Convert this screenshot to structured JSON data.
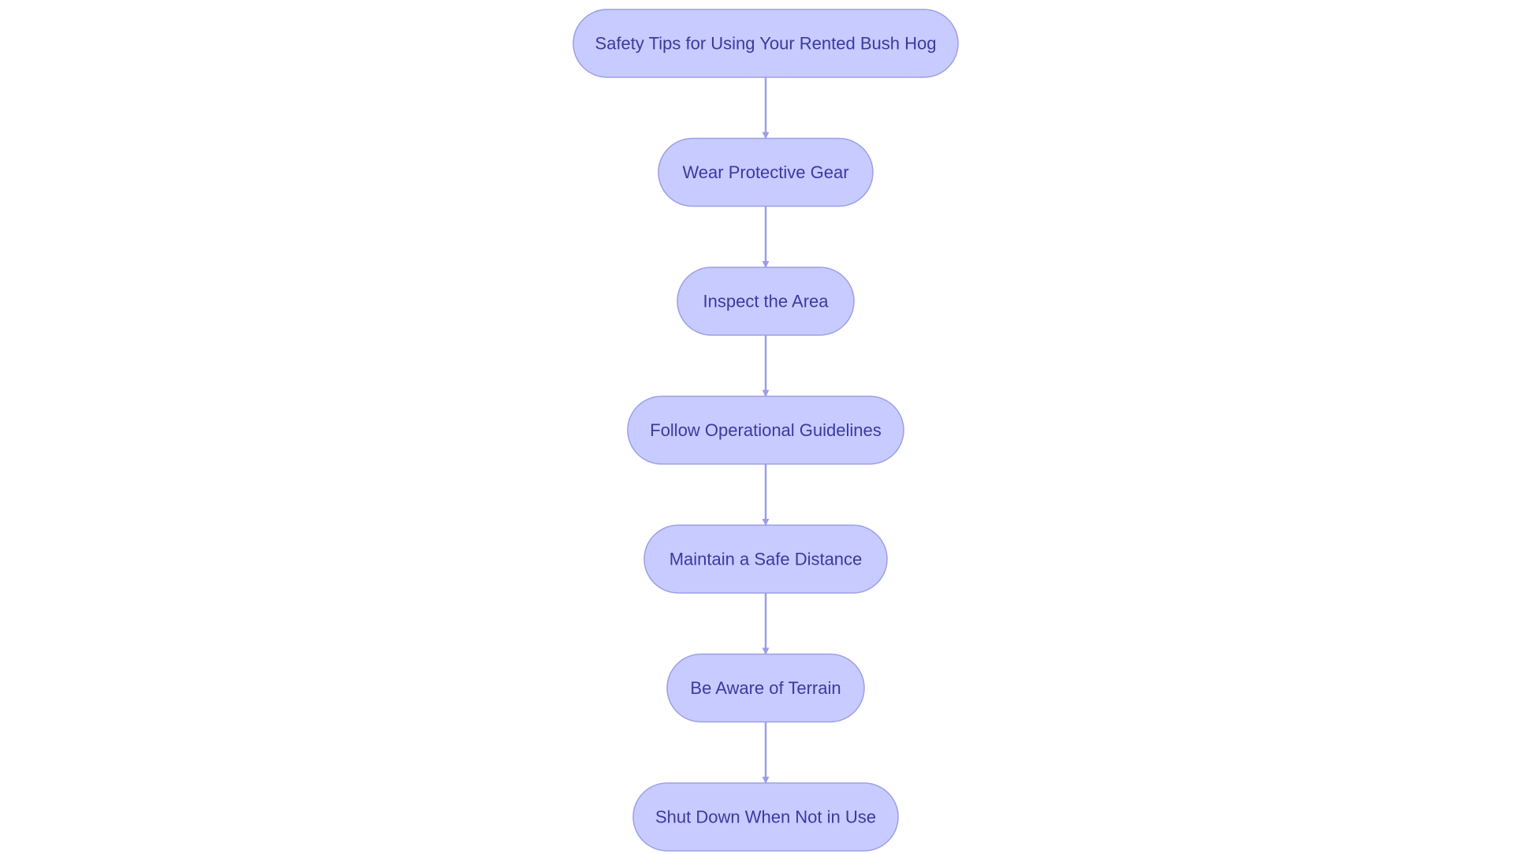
{
  "diagram": {
    "type": "flowchart",
    "direction": "top-to-bottom",
    "colors": {
      "node_fill": "#c8cbff",
      "node_stroke": "#9c9fe8",
      "text": "#3a3aa0",
      "edge": "#9b9ee6"
    },
    "nodes": [
      {
        "id": "n1",
        "label": "Safety Tips for Using Your Rented Bush Hog"
      },
      {
        "id": "n2",
        "label": "Wear Protective Gear"
      },
      {
        "id": "n3",
        "label": "Inspect the Area"
      },
      {
        "id": "n4",
        "label": "Follow Operational Guidelines"
      },
      {
        "id": "n5",
        "label": "Maintain a Safe Distance"
      },
      {
        "id": "n6",
        "label": "Be Aware of Terrain"
      },
      {
        "id": "n7",
        "label": "Shut Down When Not in Use"
      }
    ],
    "edges": [
      {
        "from": "n1",
        "to": "n2"
      },
      {
        "from": "n2",
        "to": "n3"
      },
      {
        "from": "n3",
        "to": "n4"
      },
      {
        "from": "n4",
        "to": "n5"
      },
      {
        "from": "n5",
        "to": "n6"
      },
      {
        "from": "n6",
        "to": "n7"
      }
    ]
  }
}
